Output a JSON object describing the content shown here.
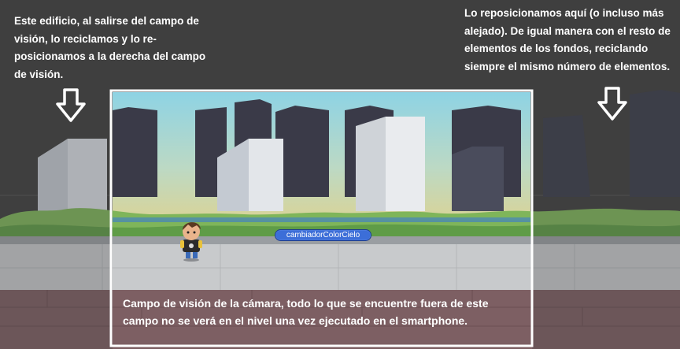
{
  "annotations": {
    "left_note": "Este edificio, al salirse del campo de visión, lo reciclamos y lo re-posicionamos a la derecha del campo de visión.",
    "right_note": "Lo reposicionamos aquí (o incluso más alejado). De igual manera con el resto de elementos de los fondos, reciclando siempre el mismo número de elementos.",
    "camera_note": "Campo de visión de la cámara, todo lo que se encuentre fuera de este campo no se verá en el nivel una vez ejecutado en el smartphone."
  },
  "scene": {
    "object_tag": "cambiadorColorCielo",
    "icons": [
      "down-arrow-icon",
      "down-arrow-icon",
      "player-character-sprite"
    ]
  },
  "colors": {
    "background": "#3f3f3f",
    "camera_frame": "#ffffff",
    "sky_top": "#8ed3e4",
    "sky_bottom": "#d8d49a",
    "tag_fill": "#3c6ed8"
  }
}
